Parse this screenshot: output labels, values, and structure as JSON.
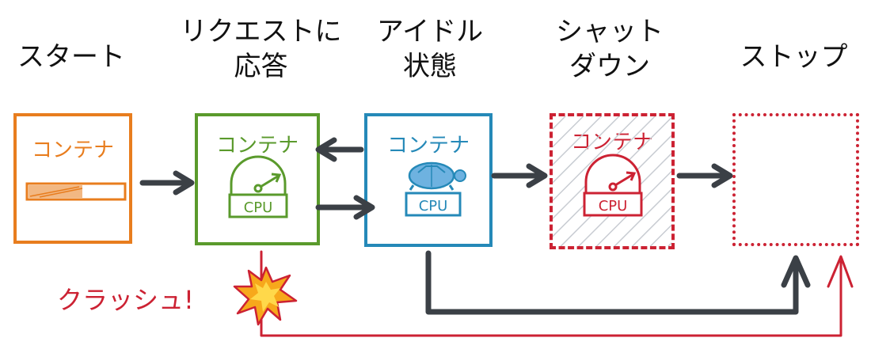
{
  "stages": [
    {
      "id": "start",
      "label_lines": [
        "スタート"
      ],
      "container_label": "コンテナ",
      "color": "#e87d1e"
    },
    {
      "id": "serving",
      "label_lines": [
        "リクエストに",
        "応答"
      ],
      "container_label": "コンテナ",
      "color": "#5a9a2c",
      "chip_label": "CPU"
    },
    {
      "id": "idle",
      "label_lines": [
        "アイドル",
        "状態"
      ],
      "container_label": "コンテナ",
      "color": "#2589b8",
      "chip_label": "CPU"
    },
    {
      "id": "shutdown",
      "label_lines": [
        "シャット",
        "ダウン"
      ],
      "container_label": "コンテナ",
      "color": "#cc2233",
      "chip_label": "CPU"
    },
    {
      "id": "stop",
      "label_lines": [
        "ストップ"
      ],
      "color": "#cc2233"
    }
  ],
  "crash": {
    "label": "クラッシュ!",
    "color": "#cc2233"
  },
  "arrow_color": "#3b4046",
  "icons": {
    "start_box": "progress-bar-icon",
    "serving_box": "cpu-gauge-icon",
    "idle_box": "turtle-icon",
    "shutdown_box": "cpu-gauge-icon",
    "crash": "explosion-icon"
  }
}
